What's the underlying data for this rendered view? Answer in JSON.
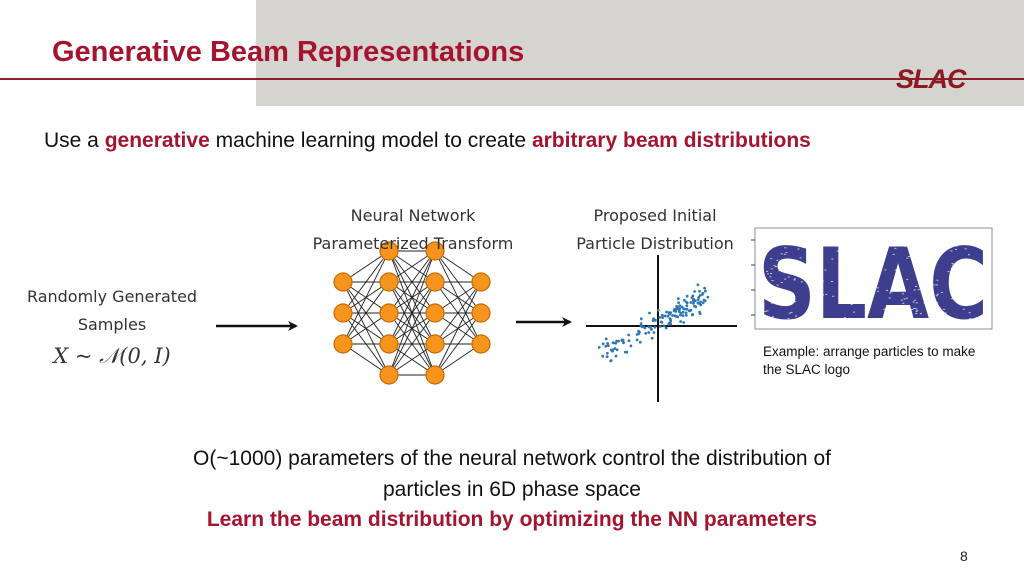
{
  "slide": {
    "title": "Generative Beam Representations",
    "logo_text": "SLAC",
    "subtitle": {
      "part1": "Use a ",
      "highlight1": "generative",
      "part2": " machine learning model to create ",
      "highlight2": "arbitrary beam distributions"
    },
    "page_number": "8"
  },
  "diagram": {
    "input_caption": {
      "line1": "Randomly Generated",
      "line2": "Samples",
      "formula": "X ~ 𝒩(0, I)"
    },
    "nn_caption": {
      "line1": "Neural Network",
      "line2": "Parameterized Transform"
    },
    "output_caption": {
      "line1": "Proposed Initial",
      "line2": "Particle Distribution"
    },
    "logo_image_text": "SLAC",
    "example_note": "Example: arrange particles to make the SLAC logo"
  },
  "bottom": {
    "line1": "O(~1000) parameters of the neural network control the distribution of",
    "line2": "particles in 6D phase space",
    "line3": "Learn the beam distribution by optimizing the NN parameters"
  },
  "colors": {
    "accent": "#a5142f",
    "node_fill": "#f7941d",
    "node_stroke": "#c46a08",
    "scatter_points": "#2f77b4",
    "logo_particles": "#3d3f8e",
    "header_band": "#d6d4d1"
  }
}
